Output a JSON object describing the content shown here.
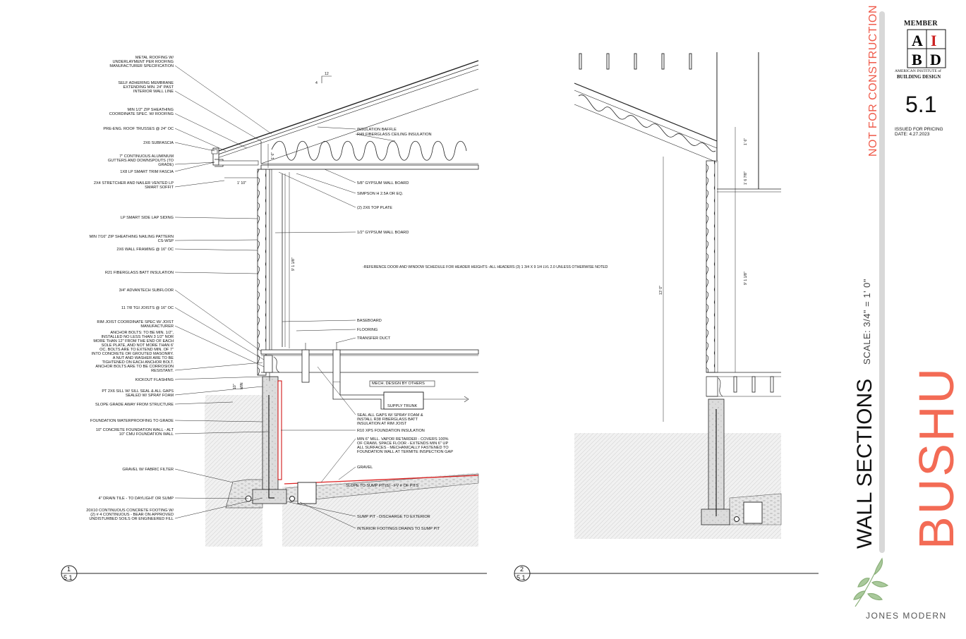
{
  "left_callouts": [
    "METAL ROOFING W/ UNDERLAYMENT PER ROOFING MANUFACTURER SPECIFICATION",
    "SELF ADHERING MEMBRANE EXTENDING MIN. 24\" PAST INTERIOR WALL LINE",
    "MIN 1/2\" ZIP SHEATHING COORDINATE SPEC. W/ ROOFING",
    "PRE-ENG. ROOF TRUSSES @ 24\" OC",
    "2X6 SUBFASCIA",
    "7\" CONTINUOUS ALUMINIUM GUTTERS AND DOWNSPOUTS (TO GRADE)",
    "1X8 LP SMART TRIM FASCIA",
    "2X4 STRETCHER AND NAILER VENTED LP SMART SOFFIT",
    "LP SMART SIDE LAP SIDING",
    "MIN 7/16\" ZIP SHEATHING NAILING PATTERN CS-WSP",
    "2X6 WALL FRAMING @ 16\" OC",
    "R21 FIBERGLASS BATT INSULATION",
    "3/4\" ADVANTECH SUBFLOOR",
    "11 7/8 TGI JOISTS @ 16\" OC",
    "RIM JOIST COORDINATE SPEC W/ JOIST MANUFACTURER",
    "ANCHOR BOLTS: TO BE MIN. 1/2\", INSTALLED NO LESS THAN 3 1/2\" NOR MORE THAN 12\" FROM THE END OF EACH SOLE PLATE, AND NOT MORE THAN 6' OC. BOLTS ARE TO EXTEND MIN. OF 7\" INTO CONCRETE OR GROUTED MASONRY. A NUT AND WASHER ARE TO BE TIGHTENED ON EACH ANCHOR BOLT. ANCHOR BOLTS ARE TO BE CORROSION RESISTANT.",
    "KICKOUT FLASHING",
    "PT 2X6 SILL W/ SILL SEAL & ALL GAPS SEALED W/ SPRAY FOAM",
    "SLOPE GRADE AWAY FROM STRUCTURE",
    "FOUNDATION WATERPROOFING TO GRADE",
    "10\" CONCRETE FOUNDATION WALL - ALT 10\" CMU FOUNDATION WALL",
    "GRAVEL W/ FABRIC FILTER",
    "4\" DRAIN TILE - TO DAYLIGHT OR SUMP",
    "20X10 CONTINUOUS CONCRETE FOOTING W/ (2) # 4 CONTINUOUS - BEAR ON APPROVED UNDISTURBED SOILS OR ENGINEERED FILL"
  ],
  "right_callouts": [
    "INSULATION BAFFLE",
    "R49 FIBERGLASS CEILING INSULATION",
    "5/8\" GYPSUM WALL BOARD",
    "SIMPSON H 2.5A OR EQ.",
    "(2) 2X6 TOP PLATE",
    "1/2\" GYPSUM WALL BOARD",
    "BASEBOARD",
    "FLOORING",
    "TRANSFER DUCT",
    "SEAL ALL GAPS W/ SPRAY FOAM & INSTALL R38 FIBERGLASS BATT INSULATION AT RIM JOIST",
    "R10 XPS FOUNDATION INSULATION",
    "MIN 6\" MILL. VAPOR RETARDER - COVERS 100% OF CRAWL SPACE FLOOR - EXTENDS MIN 6\" UP ALL SURFACES - MECHANICALLY FASTENED TO FOUNDATION WALL AT TERMITE INSPECTION GAP",
    "GRAVEL",
    "SLOPE TO SUMP PIT(S) - FV # OF PITS",
    "SUMP PIT - DISCHARGE TO EXTERIOR",
    "INTERIOR FOOTINGS DRAINS TO SUMP PIT"
  ],
  "notes": {
    "header_note": "-REFERENCE DOOR AND WINDOW SCHEDULE FOR HEADER HEIGHTS -ALL HEADERS (3) 1 3/4 X 9 1/4 LVL 2.0 UNLESS OTHERWISE NOTED",
    "mech": "MECH. DESIGN BY OTHERS",
    "supply": "SUPPLY TRUNK",
    "pitch_rise": "12",
    "pitch_run": "4"
  },
  "dimensions": {
    "heel": "1' 6\"",
    "overhang": "1' 10\"",
    "wall_height": "9' 1 1/8\"",
    "gap1": "10\"",
    "gap2": "MIN",
    "d2_top": "1' 6\"",
    "d2_plate": "1' 6 7/8\"",
    "d2_total": "13' 0\"",
    "d2_wall": "9' 1 1/8\""
  },
  "details": [
    {
      "number": "1",
      "sheet": "5.1"
    },
    {
      "number": "2",
      "sheet": "5.1"
    }
  ],
  "title_block": {
    "stamp": "NOT FOR CONSTRUCTION",
    "member": "MEMBER",
    "aibd_letters": [
      "A",
      "I",
      "B",
      "D"
    ],
    "aibd_line1": "AMERICAN INSTITUTE of",
    "aibd_line2": "BUILDING DESIGN",
    "sheet_number": "5.1",
    "issued": "ISSUED FOR PRICING",
    "date": "DATE: 4.27.2023",
    "sheet_title": "WALL SECTIONS",
    "scale": "SCALE: 3/4\" = 1' 0\"",
    "project": "BUSHU",
    "firm": "JONES MODERN"
  },
  "colors": {
    "accent": "#f36b55",
    "stamp": "#ef5a4a",
    "leaf": "#8bb07a"
  }
}
